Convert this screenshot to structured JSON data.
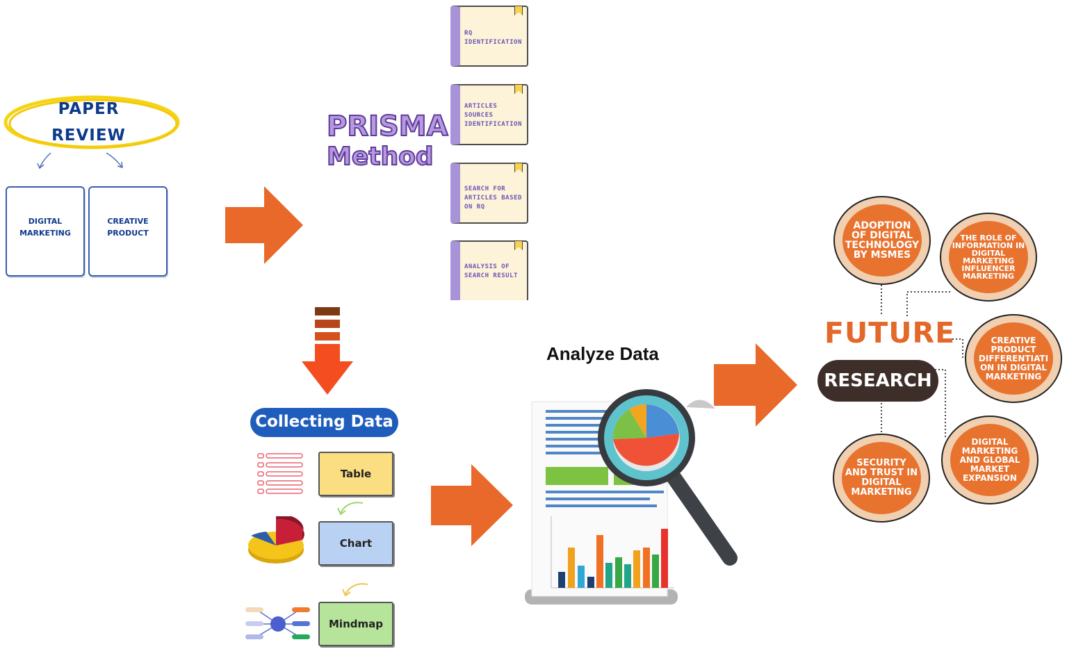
{
  "review": {
    "title_line1": "PAPER",
    "title_line2": "REVIEW",
    "box1": "DIGITAL MARKETING",
    "box2": "CREATIVE PRODUCT"
  },
  "prisma": {
    "line1": "PRISMA",
    "line2": "Method"
  },
  "steps": [
    "RQ IDENTIFICATION",
    "ARTICLES SOURCES IDENTIFICATION",
    "SEARCH FOR ARTICLES BASED ON RQ",
    "ANALYSIS OF SEARCH RESULT"
  ],
  "collecting": {
    "title": "Collecting Data",
    "items": [
      "Table",
      "Chart",
      "Mindmap"
    ]
  },
  "analyze": {
    "title": "Analyze Data"
  },
  "future": {
    "title1": "FUTURE",
    "title2": "RESEARCH",
    "topics": [
      "ADOPTION OF DIGITAL TECHNOLOGY BY MSMES",
      "THE ROLE OF INFORMATION IN DIGITAL MARKETING INFLUENCER MARKETING",
      "CREATIVE PRODUCT DIFFERENTIATI ON IN DIGITAL MARKETING",
      "DIGITAL MARKETING AND GLOBAL MARKET EXPANSION",
      "SECURITY AND TRUST IN DIGITAL MARKETING"
    ]
  },
  "colors": {
    "arrow": "#e8692a",
    "navy_text": "#0d3a8c",
    "collect_pill": "#1f5dbd",
    "topic_fill": "#e8732f",
    "research_pill": "#3d2e2a"
  }
}
